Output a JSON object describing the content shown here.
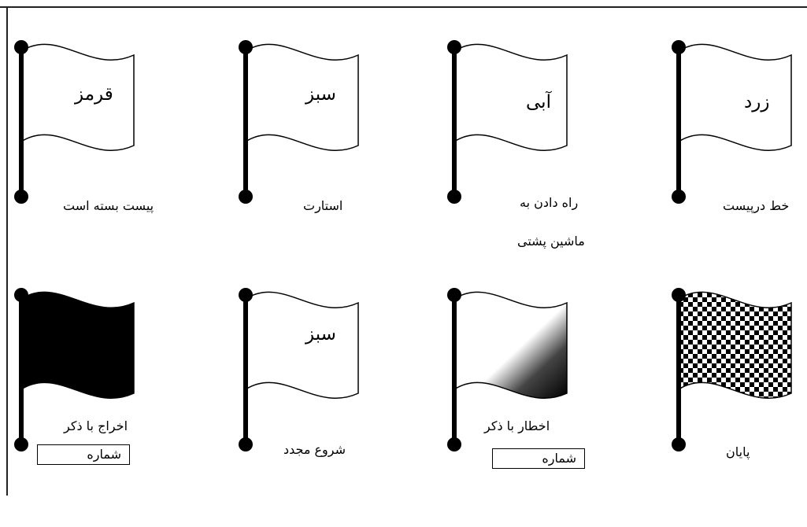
{
  "flags": [
    {
      "name": "red",
      "label": "قرمز",
      "caption": "پیست بسته است",
      "caption2": "",
      "fill": "none",
      "box": ""
    },
    {
      "name": "green",
      "label": "سبز",
      "caption": "استارت",
      "caption2": "",
      "fill": "none",
      "box": ""
    },
    {
      "name": "blue",
      "label": "آبی",
      "caption": "راه دادن به",
      "caption2": "ماشین پشتی",
      "fill": "none",
      "box": ""
    },
    {
      "name": "yellow",
      "label": "زرد",
      "caption": "خط درپیست",
      "caption2": "",
      "fill": "none",
      "box": ""
    },
    {
      "name": "black",
      "label": "",
      "caption": "اخراج با ذکر",
      "caption2": "",
      "fill": "black",
      "box": "شماره"
    },
    {
      "name": "green-restart",
      "label": "سبز",
      "caption": "شروع مجدد",
      "caption2": "",
      "fill": "none",
      "box": ""
    },
    {
      "name": "warning",
      "label": "",
      "caption": "اخطار با ذکر",
      "caption2": "",
      "fill": "corner",
      "box": "شماره"
    },
    {
      "name": "checkered",
      "label": "",
      "caption": "پایان",
      "caption2": "",
      "fill": "checkered",
      "box": ""
    }
  ]
}
